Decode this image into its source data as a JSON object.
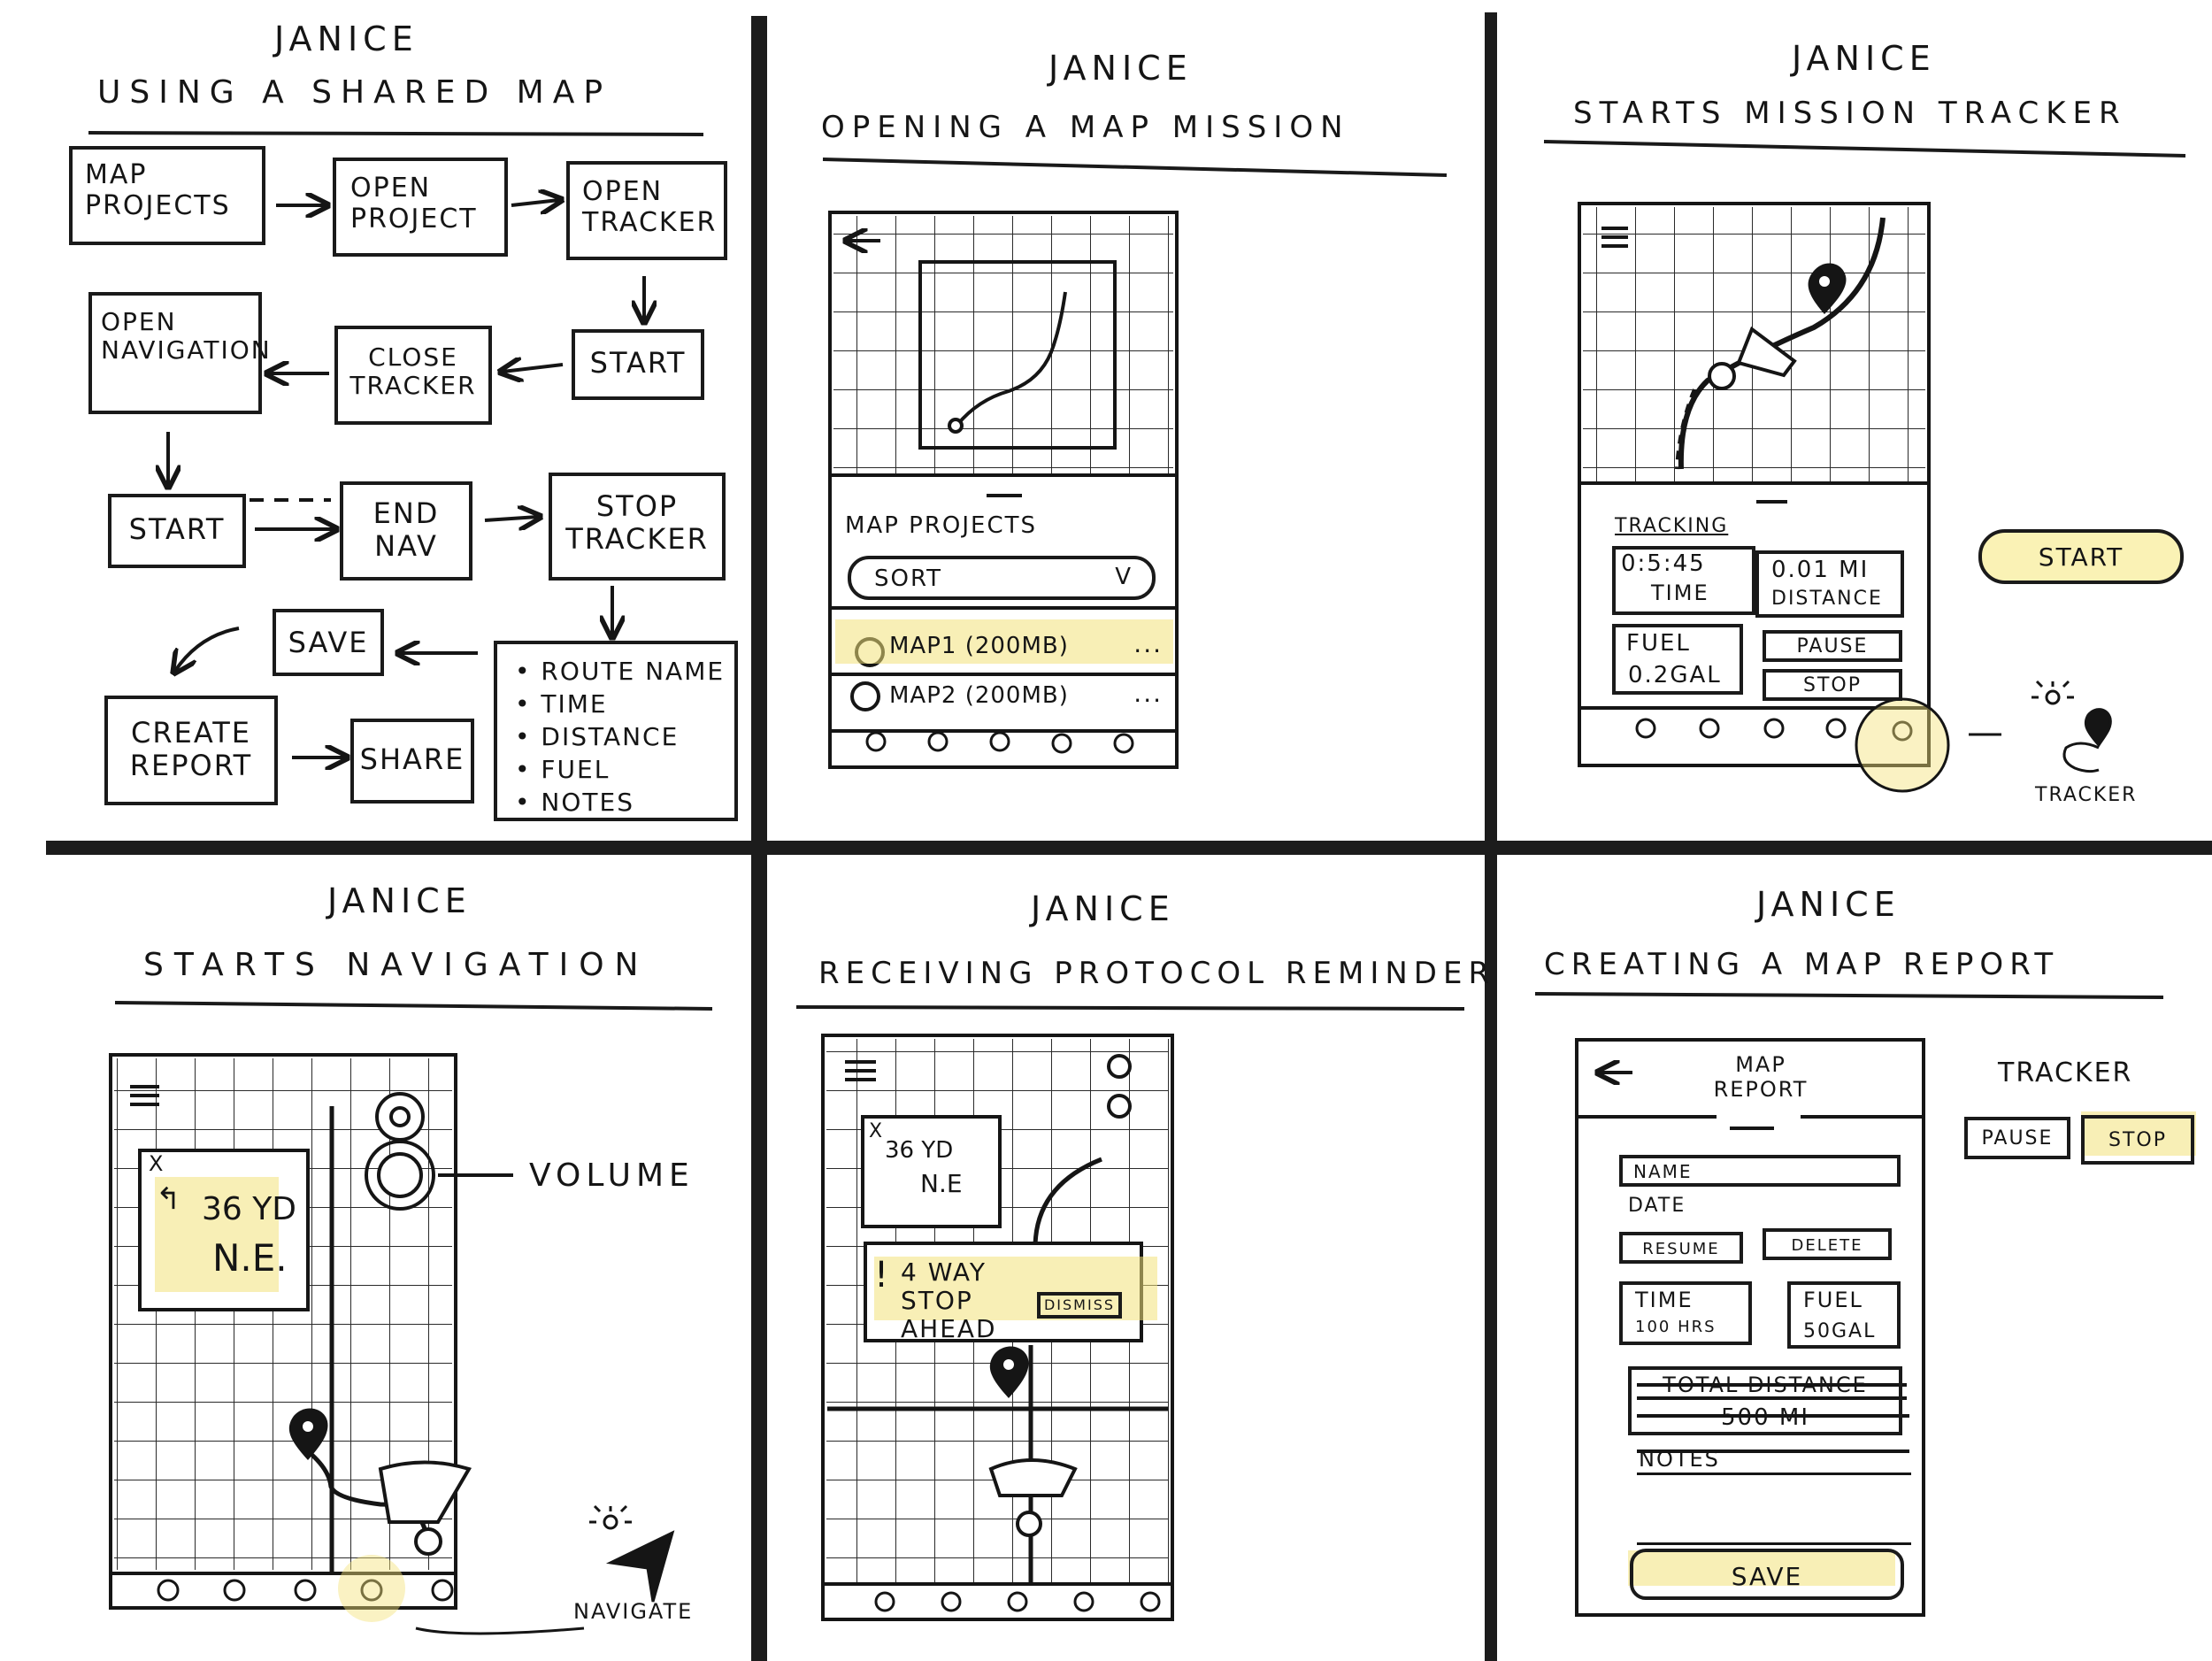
{
  "colors": {
    "ink": "#151515",
    "highlight": "#f3e27a",
    "paper": "#ffffff"
  },
  "panels": {
    "p1": {
      "name": "JANICE",
      "subtitle": "USING A SHARED MAP",
      "steps": {
        "map_projects": "MAP PROJECTS",
        "open_project": "OPEN PROJECT",
        "open_tracker": "OPEN TRACKER",
        "start1": "START",
        "close_tracker": "CLOSE TRACKER",
        "open_navigation": "OPEN NAVIGATION",
        "start2": "START",
        "end_nav": "END NAV",
        "stop_tracker": "STOP TRACKER",
        "save": "SAVE",
        "create_report": "CREATE REPORT",
        "share": "SHARE"
      },
      "bullets": [
        "ROUTE NAME",
        "TIME",
        "DISTANCE",
        "FUEL",
        "NOTES"
      ]
    },
    "p2": {
      "name": "JANICE",
      "subtitle": "OPENING A MAP MISSION",
      "section": "MAP PROJECTS",
      "sort": "SORT",
      "sort_chevron": "v",
      "items": [
        {
          "label": "MAP1 (200MB)",
          "more": "..."
        },
        {
          "label": "MAP2 (200MB)",
          "more": "..."
        }
      ]
    },
    "p3": {
      "name": "JANICE",
      "subtitle": "STARTS MISSION TRACKER",
      "tracking": "TRACKING",
      "time_value": "0:5:45",
      "time_label": "TIME",
      "distance_value": "0.01 MI",
      "distance_label": "DISTANCE",
      "fuel_label": "FUEL",
      "fuel_value": "0.2GAL",
      "pause": "PAUSE",
      "stop": "STOP",
      "start_button": "START",
      "tracker_label": "TRACKER"
    },
    "p4": {
      "name": "JANICE",
      "subtitle": "STARTS NAVIGATION",
      "close": "x",
      "distance": "36 YD",
      "direction": "N.E.",
      "volume": "VOLUME",
      "navigate": "NAVIGATE"
    },
    "p5": {
      "name": "JANICE",
      "subtitle": "RECEIVING PROTOCOL REMINDER",
      "close": "x",
      "distance": "36 YD",
      "direction": "N.E",
      "alert_mark": "!",
      "alert_text": "4 WAY STOP AHEAD",
      "dismiss": "DISMISS"
    },
    "p6": {
      "name": "JANICE",
      "subtitle": "CREATING A MAP REPORT",
      "header": "MAP REPORT",
      "name_field": "NAME",
      "date_label": "DATE",
      "resume": "RESUME",
      "delete": "DELETE",
      "time_label": "TIME",
      "time_value": "100 HRS",
      "fuel_label": "FUEL",
      "fuel_value": "50GAL",
      "distance_label": "TOTAL DISTANCE",
      "distance_value": "500 MI",
      "notes_label": "NOTES",
      "save": "SAVE",
      "tracker_title": "TRACKER",
      "tracker_pause": "PAUSE",
      "tracker_stop": "STOP"
    }
  }
}
